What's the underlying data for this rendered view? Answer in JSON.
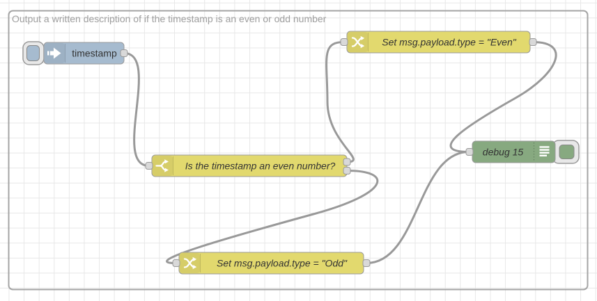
{
  "workspace": {
    "group_label": "Output a written description of if the timestamp is an even or odd number"
  },
  "nodes": {
    "inject": {
      "label": "timestamp",
      "color": "#a6bbcf"
    },
    "switch": {
      "label": "Is the timestamp an even number?",
      "color": "#e2d96e"
    },
    "change_even": {
      "label": "Set msg.payload.type = \"Even\"",
      "color": "#e2d96e"
    },
    "change_odd": {
      "label": "Set msg.payload.type = \"Odd\"",
      "color": "#e2d96e"
    },
    "debug": {
      "label": "debug 15",
      "color": "#87a980"
    }
  },
  "colors": {
    "wire": "#999999",
    "port_fill": "#d9d9d9",
    "port_stroke": "#999999",
    "node_border": "#999999",
    "group_border": "#a4a4a4",
    "group_label": "#9e9e9e",
    "node_label": "#333333",
    "grid_line": "#e7e7e7",
    "canvas_bg": "#ffffff"
  }
}
